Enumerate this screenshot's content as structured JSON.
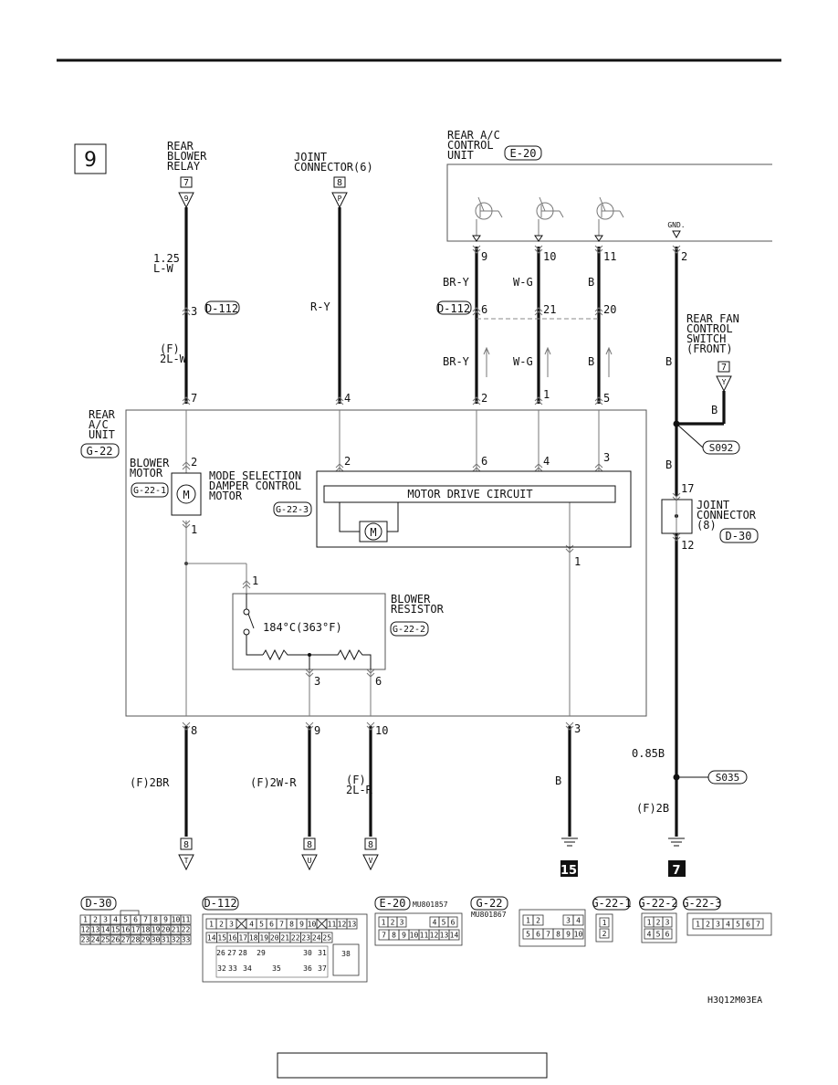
{
  "page_number": "9",
  "components": {
    "rear_blower_relay": {
      "name": "REAR\nBLOWER\nRELAY",
      "tag": "7",
      "pin": "9"
    },
    "joint_connector_6": {
      "name": "JOINT\nCONNECTOR(6)",
      "tag": "8",
      "pin": "P"
    },
    "rear_ac_control_unit": {
      "name": "REAR A/C\nCONTROL\nUNIT",
      "code": "E-20",
      "gnd_label": "GND."
    },
    "rear_fan_control_switch": {
      "name": "REAR FAN\nCONTROL\nSWITCH\n(FRONT)",
      "tag": "7",
      "pin": "Y"
    },
    "rear_ac_unit": {
      "name": "REAR\nA/C\nUNIT",
      "code": "G-22"
    },
    "blower_motor": {
      "name": "BLOWER\nMOTOR",
      "code": "G-22-1",
      "symbol": "M"
    },
    "mode_damper_motor": {
      "name": "MODE SELECTION\nDAMPER CONTROL\nMOTOR",
      "code": "G-22-3",
      "symbol": "M"
    },
    "motor_drive_circuit": {
      "name": "MOTOR DRIVE CIRCUIT"
    },
    "blower_resistor": {
      "name": "BLOWER\nRESISTOR",
      "code": "G-22-2",
      "temp": "184°C(363°F)"
    },
    "joint_connector_8": {
      "name": "JOINT\nCONNECTOR\n(8)",
      "code": "D-30"
    }
  },
  "connectors": {
    "d112": "D-112"
  },
  "splices": [
    "S092",
    "S035"
  ],
  "grounds": [
    "15",
    "7"
  ],
  "bottom_tags": [
    {
      "tag": "8",
      "pin": "T"
    },
    {
      "tag": "8",
      "pin": "U"
    },
    {
      "tag": "8",
      "pin": "V"
    }
  ],
  "wires": {
    "relay_w1": "1.25\nL-W",
    "relay_w2": "(F)\n2L-W",
    "jc_w": "R-Y",
    "c9_top": "BR-Y",
    "c10_top": "W-G",
    "c11_top": "B",
    "c9_bot": "BR-Y",
    "c10_bot": "W-G",
    "c11_bot": "B",
    "gnd_b1": "B",
    "gnd_b2": "B",
    "gnd_b3": "B",
    "gnd_085": "0.85B",
    "gnd_2b": "(F)2B",
    "out8": "(F)2BR",
    "out9": "(F)2W-R",
    "out10": "(F)\n2L-R",
    "out3": "B"
  },
  "pins": {
    "e20": [
      "9",
      "10",
      "11",
      "2"
    ],
    "d112": [
      "3",
      "6",
      "21",
      "20"
    ],
    "g22_top": [
      "7",
      "4",
      "2",
      "1",
      "5"
    ],
    "internal": [
      "2",
      "2",
      "6",
      "4",
      "3",
      "1",
      "1",
      "3",
      "6"
    ],
    "g22_bot": [
      "8",
      "9",
      "10",
      "3"
    ],
    "jc8": [
      "17",
      "12"
    ]
  },
  "legend": {
    "d30": {
      "code": "D-30",
      "rows": [
        [
          "1",
          "2",
          "3",
          "4",
          "5",
          "6",
          "7",
          "8",
          "9",
          "10",
          "11"
        ],
        [
          "12",
          "13",
          "14",
          "15",
          "16",
          "17",
          "18",
          "19",
          "20",
          "21",
          "22"
        ],
        [
          "23",
          "24",
          "25",
          "26",
          "27",
          "28",
          "29",
          "30",
          "31",
          "32",
          "33"
        ]
      ]
    },
    "d112": {
      "code": "D-112",
      "row1": [
        "1",
        "2",
        "3",
        "",
        "4",
        "5",
        "6",
        "7",
        "8",
        "9",
        "10",
        "",
        "11",
        "12",
        "13"
      ],
      "row2": [
        "14",
        "15",
        "16",
        "17",
        "18",
        "19",
        "20",
        "21",
        "22",
        "23",
        "24",
        "25"
      ],
      "row3": [
        "26",
        "27",
        "28",
        "29",
        "30",
        "31",
        "38"
      ],
      "row4": [
        "32",
        "33",
        "34",
        "35",
        "36",
        "37"
      ]
    },
    "e20": {
      "code": "E-20",
      "part": "MU801857",
      "row1": [
        "1",
        "2",
        "3",
        "4",
        "5",
        "6"
      ],
      "row2": [
        "7",
        "8",
        "9",
        "10",
        "11",
        "12",
        "13",
        "14"
      ]
    },
    "g22": {
      "code": "G-22",
      "part": "MU801867",
      "row1": [
        "1",
        "2",
        "3",
        "4"
      ],
      "row2": [
        "5",
        "6",
        "7",
        "8",
        "9",
        "10"
      ]
    },
    "g221": {
      "code": "G-22-1",
      "pins": [
        "1",
        "2"
      ]
    },
    "g222": {
      "code": "G-22-2",
      "row1": [
        "1",
        "2",
        "3"
      ],
      "row2": [
        "4",
        "5",
        "6"
      ]
    },
    "g223": {
      "code": "G-22-3",
      "pins": [
        "1",
        "2",
        "3",
        "4",
        "5",
        "6",
        "7"
      ]
    }
  },
  "figure_code": "H3Q12M03EA"
}
